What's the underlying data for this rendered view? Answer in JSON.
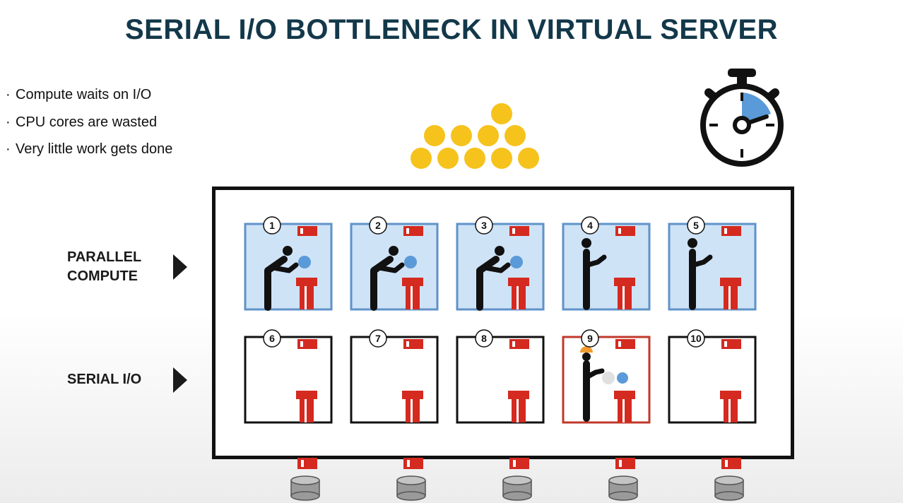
{
  "title": "SERIAL I/O BOTTLENECK IN VIRTUAL SERVER",
  "bullets": [
    "Compute waits on I/O",
    "CPU cores are wasted",
    "Very little work gets done"
  ],
  "row_labels": {
    "compute_line1": "PARALLEL",
    "compute_line2": "COMPUTE",
    "io": "SERIAL I/O"
  },
  "compute_cells": [
    {
      "number": "1",
      "state": "working"
    },
    {
      "number": "2",
      "state": "working"
    },
    {
      "number": "3",
      "state": "working"
    },
    {
      "number": "4",
      "state": "waiting"
    },
    {
      "number": "5",
      "state": "waiting"
    }
  ],
  "io_cells": [
    {
      "number": "6",
      "state": "empty"
    },
    {
      "number": "7",
      "state": "empty"
    },
    {
      "number": "8",
      "state": "empty"
    },
    {
      "number": "9",
      "state": "active"
    },
    {
      "number": "10",
      "state": "empty"
    }
  ],
  "colors": {
    "title": "#13384a",
    "compute_fill": "#cfe3f7",
    "compute_border": "#5f92c9",
    "pipe_red": "#d42a20",
    "active_border": "#c0392b",
    "coin": "#f6c21c",
    "ball": "#5a9ad8",
    "helmet": "#f19a2e",
    "disk": "#9a9a9a"
  },
  "icons": [
    "coins-icon",
    "stopwatch-icon",
    "person-icon",
    "disk-icon",
    "pipe-icon",
    "play-arrow-icon"
  ]
}
